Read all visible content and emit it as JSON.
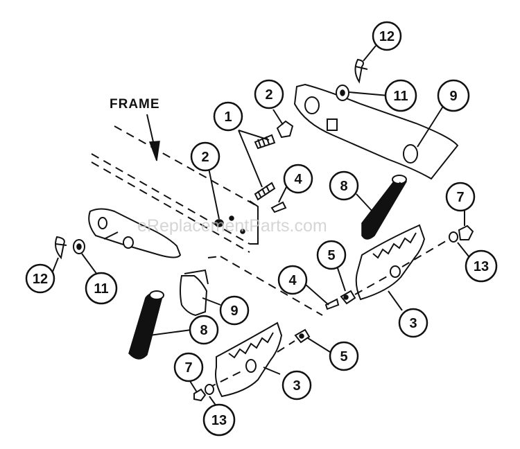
{
  "diagram": {
    "frame_label": "FRAME",
    "watermark": "eReplacementParts.com",
    "callouts": [
      "12",
      "2",
      "11",
      "9",
      "1",
      "2",
      "4",
      "8",
      "7",
      "5",
      "12",
      "11",
      "4",
      "13",
      "3",
      "9",
      "8",
      "5",
      "7",
      "3",
      "13"
    ]
  }
}
